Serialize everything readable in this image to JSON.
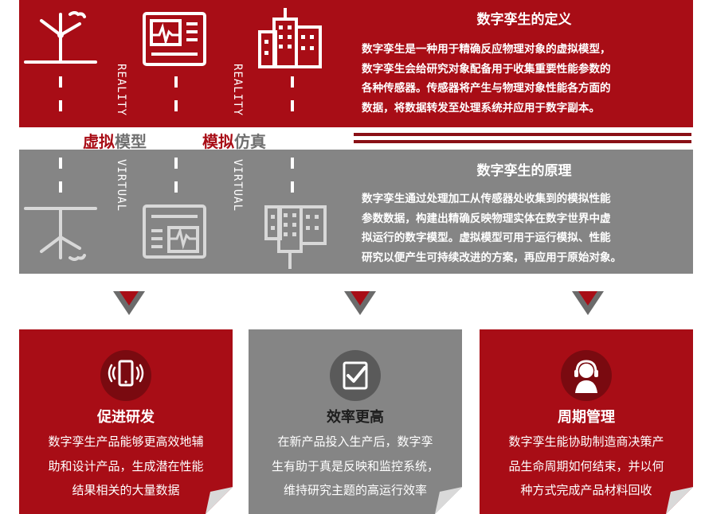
{
  "definition": {
    "title": "数字孪生的定义",
    "lines": [
      "数字孪生是一种用于精确反应物理对象的虚拟模型，",
      "数字孪生会给研究对象配备用于收集重要性能参数的",
      "各种传感器。传感器将产生与物理对象性能各方面的",
      "数据，将数据转发至处理系统并应用于数字副本。"
    ]
  },
  "principle": {
    "title": "数字孪生的原理",
    "lines": [
      "数字孪生通过处理加工从传感器处收集到的模拟性能",
      "参数数据，构建出精确反映物理实体在数字世界中虚",
      "拟运行的数字模型。虚拟模型可用于运行模拟、性能",
      "研究以便产生可持续改进的方案，再应用于原始对象。"
    ]
  },
  "reality_label": "REALITY",
  "virtual_label": "VIRTUAL",
  "virtual_model": {
    "highlight": "虚拟",
    "rest": "模型"
  },
  "simulation": {
    "highlight": "模拟",
    "rest": "仿真"
  },
  "icons": {
    "wind_turbine": "wind-turbine-icon",
    "monitor": "monitor-icon",
    "building": "building-icon",
    "phone": "smartphone-icon",
    "check": "checklist-icon",
    "person": "person-headset-icon"
  },
  "colors": {
    "red": "#a80d16",
    "grey": "#858585",
    "dark_grey": "#6b6b6b"
  },
  "cards": [
    {
      "title": "促进研发",
      "lines": [
        "数字孪生产品能够更高效地辅",
        "助和设计产品，生成潜在性能",
        "结果相关的大量数据"
      ]
    },
    {
      "title": "效率更高",
      "lines": [
        "在新产品投入生产后，数字孪",
        "生有助于真是反映和监控系统，",
        "维持研究主题的高运行效率"
      ]
    },
    {
      "title": "周期管理",
      "lines": [
        "数字孪生能协助制造商决策产",
        "品生命周期如何结束，并以何",
        "种方式完成产品材料回收"
      ]
    }
  ]
}
